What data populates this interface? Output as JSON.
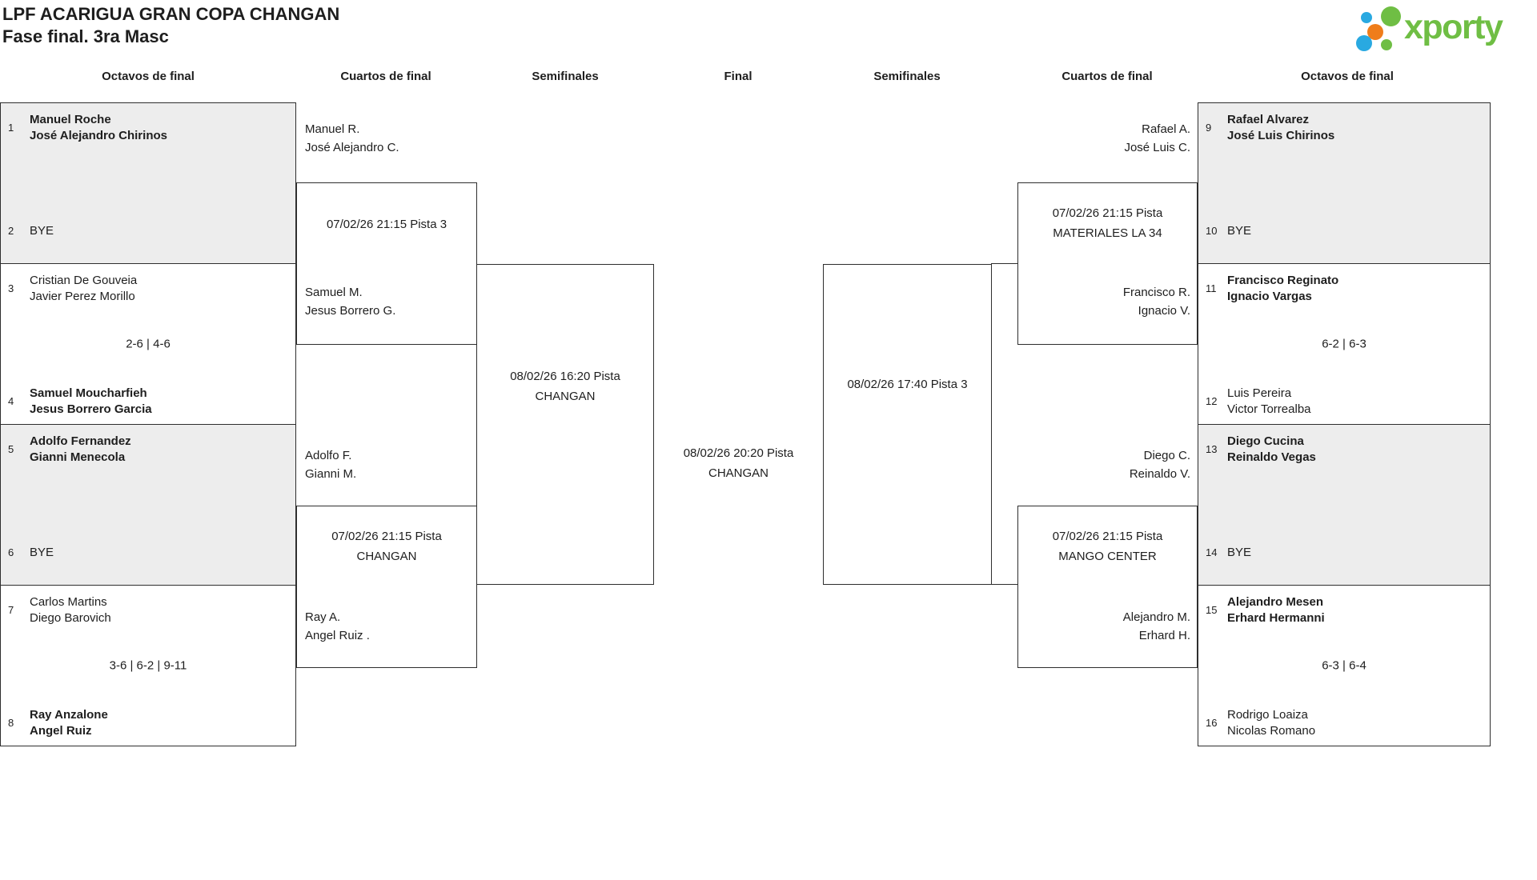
{
  "header": {
    "title": "LPF ACARIGUA GRAN COPA CHANGAN",
    "subtitle": "Fase final. 3ra Masc",
    "logo_text": "xporty",
    "logo_colors": {
      "green": "#6fbe44",
      "blue": "#29a9e1",
      "orange": "#ef7d1a"
    }
  },
  "round_headers": [
    "Octavos de final",
    "Cuartos de final",
    "Semifinales",
    "Final",
    "Semifinales",
    "Cuartos de final",
    "Octavos de final"
  ],
  "octavos_left": [
    {
      "top": {
        "seed": "1",
        "name1": "Manuel Roche",
        "name2": "José Alejandro Chirinos"
      },
      "bottom": {
        "seed": "2",
        "bye": "BYE"
      },
      "score": ""
    },
    {
      "top": {
        "seed": "3",
        "name1": "Cristian De Gouveia",
        "name2": "Javier Perez Morillo"
      },
      "bottom": {
        "seed": "4",
        "name1": "Samuel Moucharfieh",
        "name2": "Jesus Borrero Garcia"
      },
      "score": "2-6 | 4-6"
    },
    {
      "top": {
        "seed": "5",
        "name1": "Adolfo Fernandez",
        "name2": "Gianni Menecola"
      },
      "bottom": {
        "seed": "6",
        "bye": "BYE"
      },
      "score": ""
    },
    {
      "top": {
        "seed": "7",
        "name1": "Carlos Martins",
        "name2": "Diego Barovich"
      },
      "bottom": {
        "seed": "8",
        "name1": "Ray Anzalone",
        "name2": "Angel Ruiz"
      },
      "score": "3-6 | 6-2 | 9-11"
    }
  ],
  "octavos_right": [
    {
      "top": {
        "seed": "9",
        "name1": "Rafael Alvarez",
        "name2": "José Luis Chirinos"
      },
      "bottom": {
        "seed": "10",
        "bye": "BYE"
      },
      "score": ""
    },
    {
      "top": {
        "seed": "11",
        "name1": "Francisco Reginato",
        "name2": "Ignacio Vargas"
      },
      "bottom": {
        "seed": "12",
        "name1": "Luis Pereira",
        "name2": "Victor Torrealba"
      },
      "score": "6-2 | 6-3"
    },
    {
      "top": {
        "seed": "13",
        "name1": "Diego Cucina",
        "name2": "Reinaldo Vegas"
      },
      "bottom": {
        "seed": "14",
        "bye": "BYE"
      },
      "score": ""
    },
    {
      "top": {
        "seed": "15",
        "name1": "Alejandro Mesen",
        "name2": "Erhard Hermanni"
      },
      "bottom": {
        "seed": "16",
        "name1": "Rodrigo Loaiza",
        "name2": "Nicolas Romano"
      },
      "score": "6-3 | 6-4"
    }
  ],
  "cuartos_left": [
    {
      "top1": "Manuel R.",
      "top2": "José Alejandro C.",
      "bot1": "Samuel M.",
      "bot2": "Jesus Borrero G.",
      "label1": "07/02/26 21:15 Pista 3",
      "label2": ""
    },
    {
      "top1": "Adolfo F.",
      "top2": "Gianni M.",
      "bot1": "Ray A.",
      "bot2": "Angel Ruiz .",
      "label1": "07/02/26 21:15 Pista",
      "label2": "CHANGAN"
    }
  ],
  "cuartos_right": [
    {
      "top1": "Rafael A.",
      "top2": "José Luis C.",
      "bot1": "Francisco R.",
      "bot2": "Ignacio V.",
      "label1": "07/02/26 21:15 Pista",
      "label2": "MATERIALES LA 34"
    },
    {
      "top1": "Diego C.",
      "top2": "Reinaldo V.",
      "bot1": "Alejandro M.",
      "bot2": "Erhard H.",
      "label1": "07/02/26 21:15 Pista",
      "label2": "MANGO CENTER"
    }
  ],
  "semifinales": {
    "left1": "08/02/26 16:20 Pista",
    "left2": "CHANGAN",
    "right1": "08/02/26 17:40 Pista 3",
    "right2": ""
  },
  "final": {
    "label1": "08/02/26 20:20 Pista",
    "label2": "CHANGAN"
  }
}
